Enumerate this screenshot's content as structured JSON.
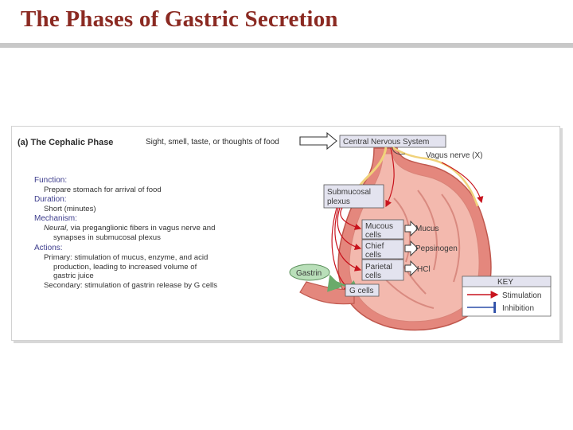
{
  "slide": {
    "title": "The Phases of Gastric Secretion"
  },
  "figure": {
    "panel_label": "(a) The Cephalic Phase",
    "stimulus_text": "Sight, smell, taste, or thoughts of food",
    "cns_label": "Central Nervous System",
    "vagus_label": "Vagus nerve (X)",
    "submucosal_label_1": "Submucosal",
    "submucosal_label_2": "plexus",
    "cells": {
      "mucous_1": "Mucous",
      "mucous_2": "cells",
      "chief_1": "Chief",
      "chief_2": "cells",
      "parietal_1": "Parietal",
      "parietal_2": "cells"
    },
    "products": {
      "mucus": "Mucus",
      "pepsinogen": "Pepsinogen",
      "hcl": "HCl"
    },
    "gastrin_label": "Gastrin",
    "g_cells_label": "G cells",
    "key": {
      "title": "KEY",
      "stimulation": "Stimulation",
      "inhibition": "Inhibition"
    },
    "text_block": {
      "function_head": "Function:",
      "function_body": "Prepare stomach for arrival of food",
      "duration_head": "Duration:",
      "duration_body": "Short (minutes)",
      "mechanism_head": "Mechanism:",
      "mechanism_neural": "Neural,",
      "mechanism_body_1": " via preganglionic fibers in vagus nerve and",
      "mechanism_body_2": "synapses in submucosal plexus",
      "actions_head": "Actions:",
      "primary_1": "Primary: stimulation of mucus, enzyme, and acid",
      "primary_2": "production, leading to increased volume of",
      "primary_3": "gastric juice",
      "secondary": "Secondary: stimulation of gastrin release by G cells"
    },
    "colors": {
      "stomach_outer": "#e4877d",
      "stomach_inner": "#f3b9ae",
      "nerve": "#f0d27a",
      "stimulation_arrow": "#c8141e",
      "inhibition_line": "#2d4fa8",
      "box_fill": "#e3e3ef",
      "gastrin_fill": "#b9dfb9",
      "title_color": "#8b2a22"
    }
  }
}
